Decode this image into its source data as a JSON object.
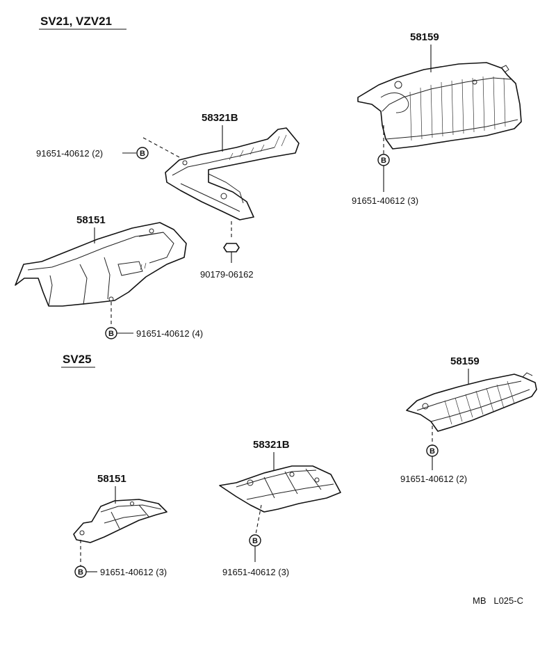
{
  "sections": {
    "upper": {
      "heading": "SV21, VZV21"
    },
    "lower": {
      "heading": "SV25"
    }
  },
  "parts": {
    "upper_front_pipe_insulator": "58159",
    "upper_center_insulator": "58321B",
    "upper_rear_insulator": "58151",
    "lower_front_pipe_insulator": "58159",
    "lower_center_insulator": "58321B",
    "lower_rear_insulator": "58151"
  },
  "fasteners": {
    "upper_a": "91651-40612 (2)",
    "upper_b": "91651-40612 (3)",
    "upper_c": "91651-40612 (4)",
    "upper_clip": "90179-06162",
    "lower_a": "91651-40612 (2)",
    "lower_b": "91651-40612 (3)",
    "lower_c": "91651-40612 (3)"
  },
  "bolt_marker": "B",
  "footer": {
    "code": "MB   L025-C"
  }
}
